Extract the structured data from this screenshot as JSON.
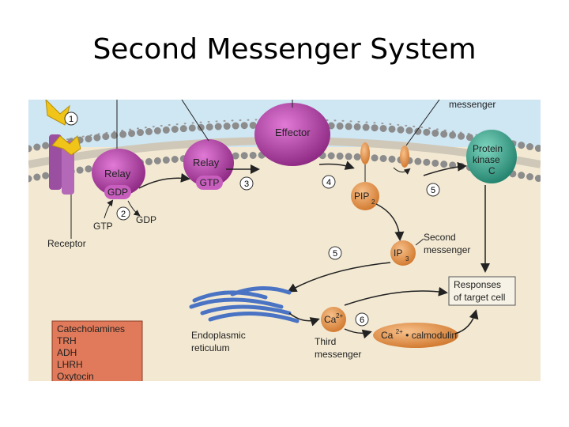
{
  "title": "Second Messenger System",
  "diagram": {
    "labels": {
      "effector": "Effector",
      "relay_left": "Relay",
      "relay_right": "Relay",
      "gdp_on_relay": "GDP",
      "gtp_on_relay": "GTP",
      "gtp_in": "GTP",
      "gdp_out": "GDP",
      "receptor": "Receptor",
      "pip2": "PIP",
      "pip2_sub": "2",
      "ip3": "IP",
      "ip3_sub": "3",
      "second_messenger_line1": "Second",
      "second_messenger_line2": "messenger",
      "top_messenger": "messenger",
      "pkc_line1": "Protein",
      "pkc_line2": "kinase",
      "pkc_line3": "C",
      "responses_line1": "Responses",
      "responses_line2": "of target cell",
      "ca": "Ca",
      "ca_sup": "2+",
      "ca_calmodulin_pre": "Ca",
      "ca_calmodulin_sup": "2+",
      "ca_calmodulin_post": "• calmodulin",
      "er_line1": "Endoplasmic",
      "er_line2": "reticulum",
      "third_line1": "Third",
      "third_line2": "messenger"
    },
    "steps": [
      "1",
      "2",
      "3",
      "4",
      "5",
      "5",
      "6"
    ],
    "hormones": [
      "Catecholamines",
      "TRH",
      "ADH",
      "LHRH",
      "Oxytocin"
    ],
    "colors": {
      "extracellular": "#cfe6f3",
      "cytoplasm": "#f3e9d3",
      "membrane_head": "#a9a9a9",
      "purple": "#a8329a",
      "orange": "#e38a3a",
      "teal": "#2f9e86",
      "hormone_box": "#e07a5a",
      "er": "#4a73c4",
      "arrow": "#222222"
    }
  }
}
